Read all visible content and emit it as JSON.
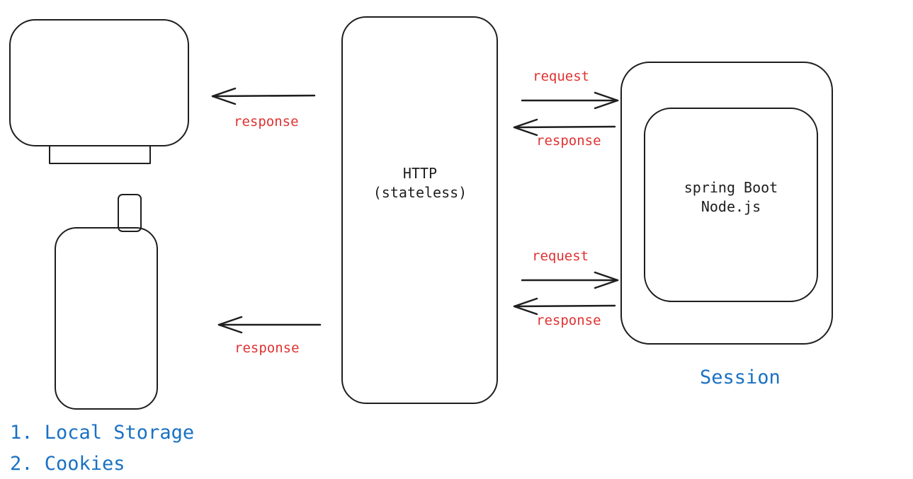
{
  "colors": {
    "stroke": "#1e1e1e",
    "label_red": "#e03131",
    "label_blue": "#1971c2",
    "background": "#ffffff"
  },
  "http": {
    "line1": "HTTP",
    "line2": "(stateless)"
  },
  "server": {
    "line1": "spring Boot",
    "line2": "Node.js"
  },
  "session_label": "Session",
  "storage": {
    "item1": "1. Local Storage",
    "item2": "2. Cookies"
  },
  "arrows": {
    "desktop_response": "response",
    "mobile_response": "response",
    "server_top_request": "request",
    "server_top_response": "response",
    "server_bottom_request": "request",
    "server_bottom_response": "response"
  }
}
